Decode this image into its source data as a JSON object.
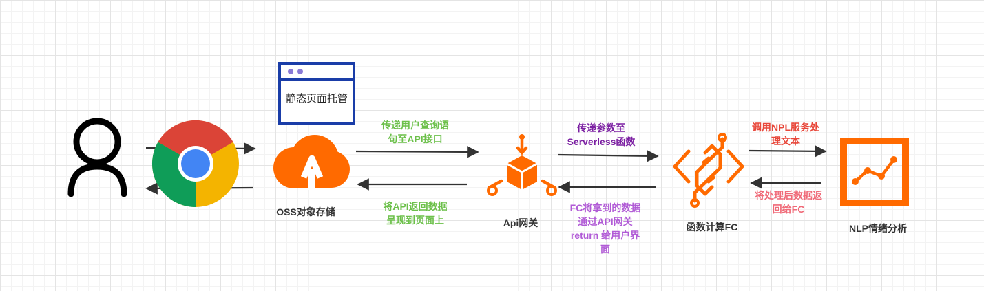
{
  "nodes": {
    "static_box": "静态页面托管",
    "oss": "OSS对象存储",
    "api": "Api网关",
    "fc": "函数计算FC",
    "nlp": "NLP情绪分析"
  },
  "edges": {
    "send_query": [
      "传递用户查询语",
      "句至API接口"
    ],
    "render_page": [
      "将API返回数据",
      "呈现到页面上"
    ],
    "pass_params": [
      "传递参数至",
      "Serverless函数"
    ],
    "fc_return": [
      "FC将拿到的数据",
      "通过API网关",
      "return 给用户界",
      "面"
    ],
    "call_nlp": [
      "调用NPL服务处",
      "理文本"
    ],
    "nlp_return": [
      "将处理后数据返",
      "回给FC"
    ]
  },
  "colors": {
    "green": "#6cc04a",
    "purple": "#7b1fa2",
    "violet": "#b15bd6",
    "red": "#e8473a",
    "pink": "#f06a78",
    "orange": "#ff6a00",
    "blue_box": "#1a3da8"
  },
  "icons": [
    "user-icon",
    "chrome-icon",
    "browser-window-icon",
    "oss-cloud-icon",
    "api-gateway-icon",
    "function-compute-icon",
    "nlp-chart-icon"
  ]
}
